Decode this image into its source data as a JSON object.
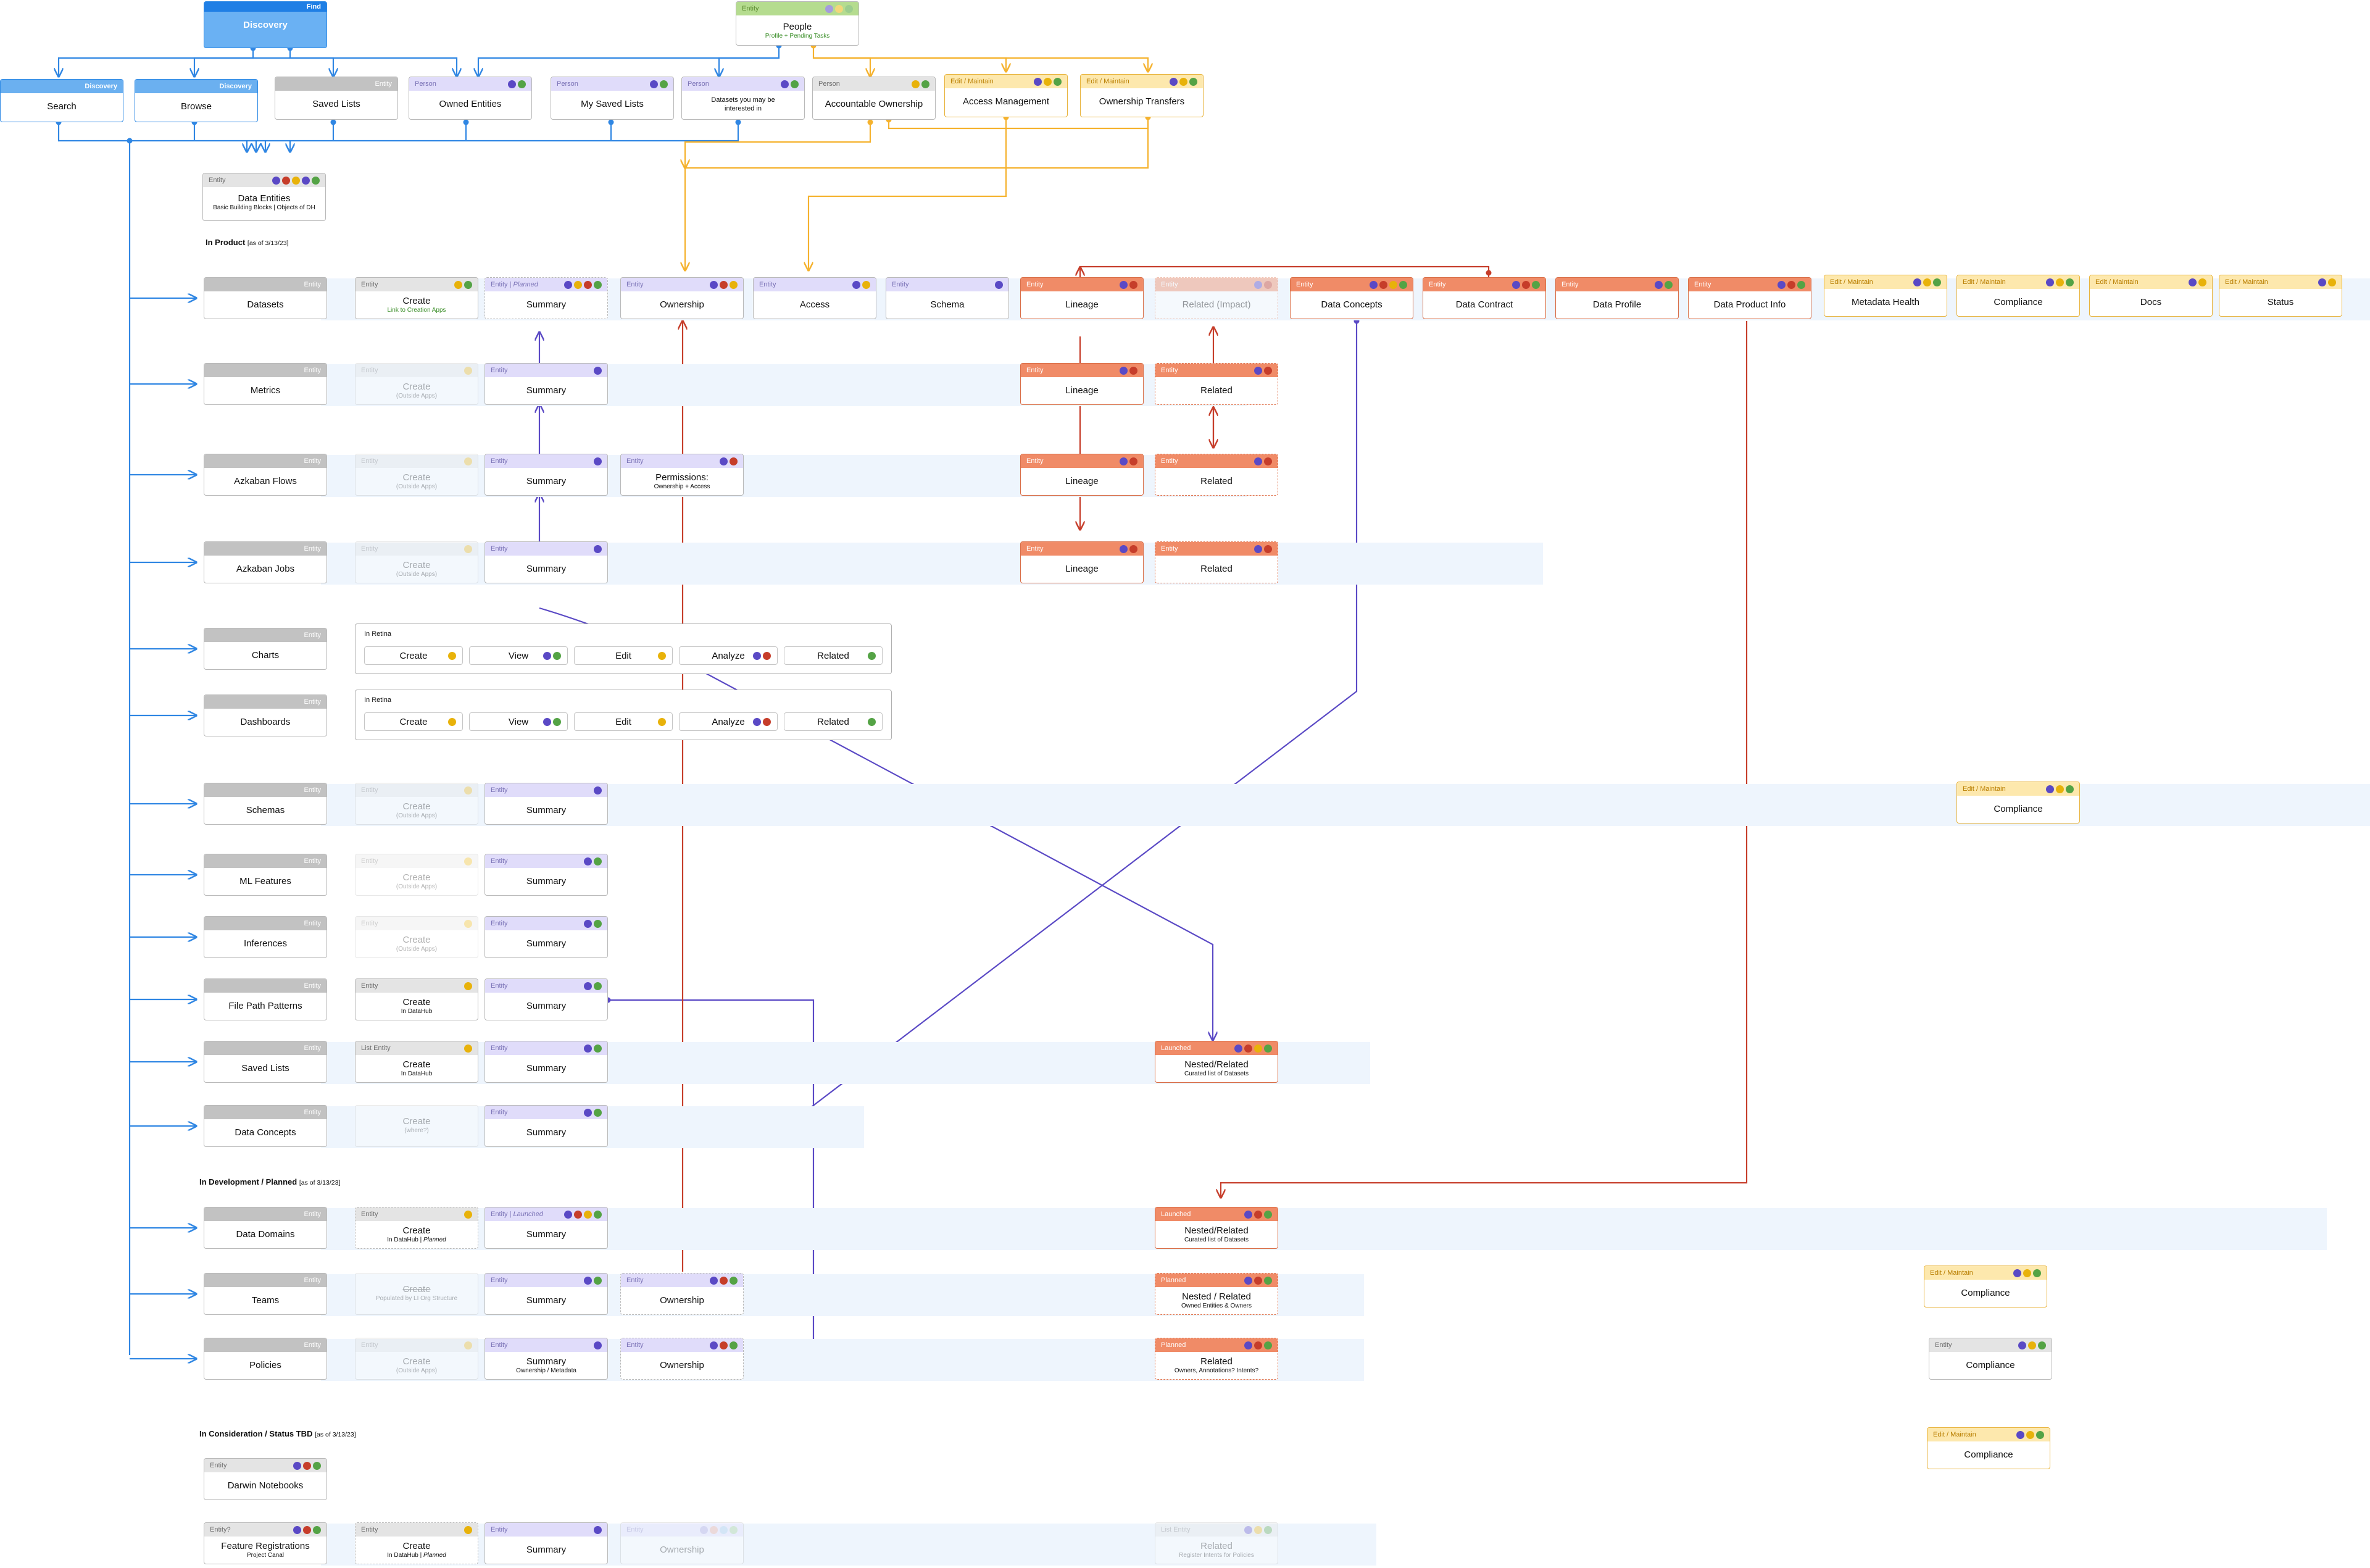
{
  "colors": {
    "dot_purple": "#5a49c5",
    "dot_yellow": "#e8b20a",
    "dot_red": "#c63d2a",
    "dot_green": "#54a345",
    "dot_lpurple": "#a49cdc",
    "dot_lyellow": "#f2d77a",
    "dot_lred": "#e5a295",
    "dot_lgreen": "#9ccd8e",
    "dot_lblue": "#9fc7e8",
    "wire_blue": "#2f86e3",
    "wire_orange": "#f5b22e",
    "wire_red": "#c63d2a",
    "wire_purple": "#5a49c5"
  },
  "sections": {
    "in_product": {
      "title": "In Product",
      "asof": "[as of 3/13/23]"
    },
    "in_development": {
      "title": "In Development / Planned",
      "asof": "[as of 3/13/23]"
    },
    "in_consideration": {
      "title": "In Consideration / Status TBD",
      "asof": "[as of 3/13/23]"
    }
  },
  "cards": {
    "find": {
      "header": "Find",
      "title": "Discovery"
    },
    "people": {
      "header": "Entity",
      "title": "People",
      "sub": "Profile + Pending Tasks"
    },
    "search": {
      "header": "Discovery",
      "title": "Search"
    },
    "browse": {
      "header": "Discovery",
      "title": "Browse"
    },
    "saved_lists_top": {
      "header": "Entity",
      "title": "Saved Lists"
    },
    "owned_entities": {
      "header": "Person",
      "title": "Owned Entities"
    },
    "my_saved_lists": {
      "header": "Person",
      "title": "My  Saved Lists"
    },
    "datasets_interest": {
      "header": "Person",
      "title": "Datasets you may be",
      "title2": "interested in"
    },
    "accountable_ownership": {
      "header": "Person",
      "title": "Accountable Ownership"
    },
    "access_management": {
      "header": "Edit / Maintain",
      "title": "Access Management"
    },
    "ownership_transfers": {
      "header": "Edit / Maintain",
      "title": "Ownership Transfers"
    },
    "data_entities": {
      "header": "Entity",
      "title": "Data Entities",
      "sub": "Basic Building Blocks | Objects of DH"
    },
    "datasets": {
      "header": "Entity",
      "title": "Datasets"
    },
    "datasets_create": {
      "header": "Entity",
      "title": "Create",
      "sub": "Link to Creation Apps"
    },
    "datasets_summary": {
      "header_a": "Entity | ",
      "header_b": "Planned",
      "title": "Summary"
    },
    "datasets_ownership": {
      "header": "Entity",
      "title": "Ownership"
    },
    "datasets_access": {
      "header": "Entity",
      "title": "Access"
    },
    "datasets_schema": {
      "header": "Entity",
      "title": "Schema"
    },
    "datasets_lineage": {
      "header": "Entity",
      "title": "Lineage"
    },
    "datasets_related": {
      "header": "Entity",
      "title": "Related (Impact)"
    },
    "data_concepts_top": {
      "header": "Entity",
      "title": "Data Concepts"
    },
    "data_contract": {
      "header": "Entity",
      "title": "Data Contract"
    },
    "data_profile": {
      "header": "Entity",
      "title": "Data Profile"
    },
    "data_product_info": {
      "header": "Entity",
      "title": "Data Product Info"
    },
    "metadata_health": {
      "header": "Edit / Maintain",
      "title": "Metadata Health"
    },
    "compliance_top": {
      "header": "Edit / Maintain",
      "title": "Compliance"
    },
    "docs": {
      "header": "Edit / Maintain",
      "title": "Docs"
    },
    "status": {
      "header": "Edit / Maintain",
      "title": "Status"
    },
    "metrics": {
      "header": "Entity",
      "title": "Metrics"
    },
    "metrics_create": {
      "header": "Entity",
      "title": "Create",
      "sub": "(Outside Apps)"
    },
    "metrics_summary": {
      "header": "Entity",
      "title": "Summary"
    },
    "metrics_lineage": {
      "header": "Entity",
      "title": "Lineage"
    },
    "metrics_related": {
      "header": "Entity",
      "title": "Related"
    },
    "azkaban_flows": {
      "header": "Entity",
      "title": "Azkaban Flows"
    },
    "azkaban_flows_create": {
      "header": "Entity",
      "title": "Create",
      "sub": "(Outside Apps)"
    },
    "azkaban_flows_summary": {
      "header": "Entity",
      "title": "Summary"
    },
    "azkaban_flows_perm": {
      "header": "Entity",
      "title": "Permissions:",
      "sub": "Ownership + Access"
    },
    "azkaban_flows_lineage": {
      "header": "Entity",
      "title": "Lineage"
    },
    "azkaban_flows_related": {
      "header": "Entity",
      "title": "Related"
    },
    "azkaban_jobs": {
      "header": "Entity",
      "title": "Azkaban Jobs"
    },
    "azkaban_jobs_create": {
      "header": "Entity",
      "title": "Create",
      "sub": "(Outside Apps)"
    },
    "azkaban_jobs_summary": {
      "header": "Entity",
      "title": "Summary"
    },
    "azkaban_jobs_lineage": {
      "header": "Entity",
      "title": "Lineage"
    },
    "azkaban_jobs_related": {
      "header": "Entity",
      "title": "Related"
    },
    "charts": {
      "header": "Entity",
      "title": "Charts"
    },
    "dashboards": {
      "header": "Entity",
      "title": "Dashboards"
    },
    "schemas": {
      "header": "Entity",
      "title": "Schemas"
    },
    "schemas_create": {
      "header": "Entity",
      "title": "Create",
      "sub": "(Outside Apps)"
    },
    "schemas_summary": {
      "header": "Entity",
      "title": "Summary"
    },
    "schemas_compliance": {
      "header": "Edit / Maintain",
      "title": "Compliance"
    },
    "ml_features": {
      "header": "Entity",
      "title": "ML Features"
    },
    "ml_features_create": {
      "header": "Entity",
      "title": "Create",
      "sub": "(Outside Apps)"
    },
    "ml_features_summary": {
      "header": "Entity",
      "title": "Summary"
    },
    "inferences": {
      "header": "Entity",
      "title": "Inferences"
    },
    "inferences_create": {
      "header": "Entity",
      "title": "Create",
      "sub": "(Outside Apps)"
    },
    "inferences_summary": {
      "header": "Entity",
      "title": "Summary"
    },
    "file_path_patterns": {
      "header": "Entity",
      "title": "File Path Patterns"
    },
    "fpp_create": {
      "header": "Entity",
      "title": "Create",
      "sub": "In DataHub"
    },
    "fpp_summary": {
      "header": "Entity",
      "title": "Summary"
    },
    "saved_lists": {
      "header": "Entity",
      "title": "Saved Lists"
    },
    "saved_lists_create": {
      "header": "List Entity",
      "title": "Create",
      "sub": "In DataHub"
    },
    "saved_lists_summary": {
      "header": "Entity",
      "title": "Summary"
    },
    "saved_lists_nested": {
      "header": "Launched",
      "title": "Nested/Related",
      "sub": "Curated list of Datasets"
    },
    "data_concepts": {
      "header": "Entity",
      "title": "Data Concepts"
    },
    "data_concepts_create": {
      "title": "Create",
      "sub": "(where?)"
    },
    "data_concepts_summary": {
      "header": "Entity",
      "title": "Summary"
    },
    "data_domains": {
      "header": "Entity",
      "title": "Data Domains"
    },
    "data_domains_create": {
      "header": "Entity",
      "title": "Create",
      "sub_a": "In DataHub | ",
      "sub_b": "Planned"
    },
    "data_domains_summary": {
      "header_a": "Entity | ",
      "header_b": "Launched",
      "title": "Summary"
    },
    "data_domains_nested": {
      "header": "Launched",
      "title": "Nested/Related",
      "sub": "Curated list of Datasets"
    },
    "teams": {
      "header": "Entity",
      "title": "Teams"
    },
    "teams_create": {
      "title": "Create",
      "sub": "Populated by LI Org Structure"
    },
    "teams_summary": {
      "header": "Entity",
      "title": "Summary"
    },
    "teams_ownership": {
      "header": "Entity",
      "title": "Ownership"
    },
    "teams_nested": {
      "header": "Planned",
      "title": "Nested / Related",
      "sub": "Owned Entities & Owners"
    },
    "teams_compliance": {
      "header": "Edit / Maintain",
      "title": "Compliance"
    },
    "policies": {
      "header": "Entity",
      "title": "Policies"
    },
    "policies_create": {
      "header": "Entity",
      "title": "Create",
      "sub": "(Outside Apps)"
    },
    "policies_summary": {
      "header": "Entity",
      "title": "Summary",
      "sub": "Ownership / Metadata"
    },
    "policies_ownership": {
      "header": "Entity",
      "title": "Ownership"
    },
    "policies_related": {
      "header": "Planned",
      "title": "Related",
      "sub": "Owners, Annotations? Intents?"
    },
    "policies_compliance": {
      "header": "Entity",
      "title": "Compliance"
    },
    "compliance_consider": {
      "header": "Edit / Maintain",
      "title": "Compliance"
    },
    "darwin_notebooks": {
      "header": "Entity",
      "title": "Darwin Notebooks"
    },
    "feature_registrations": {
      "header": "Entity?",
      "title": "Feature Registrations",
      "sub": "Project Canal"
    },
    "fr_create": {
      "header": "Entity",
      "title": "Create",
      "sub_a": "In DataHub | ",
      "sub_b": "Planned"
    },
    "fr_summary": {
      "header": "Entity",
      "title": "Summary"
    },
    "fr_ownership": {
      "header": "Entity",
      "title": "Ownership"
    },
    "fr_related": {
      "header": "List Entity",
      "title": "Related",
      "sub": "Register Intents for Policies"
    }
  },
  "retina": {
    "charts": {
      "label": "In Retina",
      "chips": [
        {
          "label": "Create",
          "icons": [
            "dot_yellow"
          ]
        },
        {
          "label": "View",
          "icons": [
            "dot_purple",
            "dot_green"
          ]
        },
        {
          "label": "Edit",
          "icons": [
            "dot_yellow"
          ]
        },
        {
          "label": "Analyze",
          "icons": [
            "dot_purple",
            "dot_red"
          ]
        },
        {
          "label": "Related",
          "icons": [
            "dot_green"
          ]
        }
      ]
    },
    "dashboards": {
      "label": "In Retina",
      "chips": [
        {
          "label": "Create",
          "icons": [
            "dot_yellow"
          ]
        },
        {
          "label": "View",
          "icons": [
            "dot_purple",
            "dot_green"
          ]
        },
        {
          "label": "Edit",
          "icons": [
            "dot_yellow"
          ]
        },
        {
          "label": "Analyze",
          "icons": [
            "dot_purple",
            "dot_red"
          ]
        },
        {
          "label": "Related",
          "icons": [
            "dot_green"
          ]
        }
      ]
    }
  }
}
